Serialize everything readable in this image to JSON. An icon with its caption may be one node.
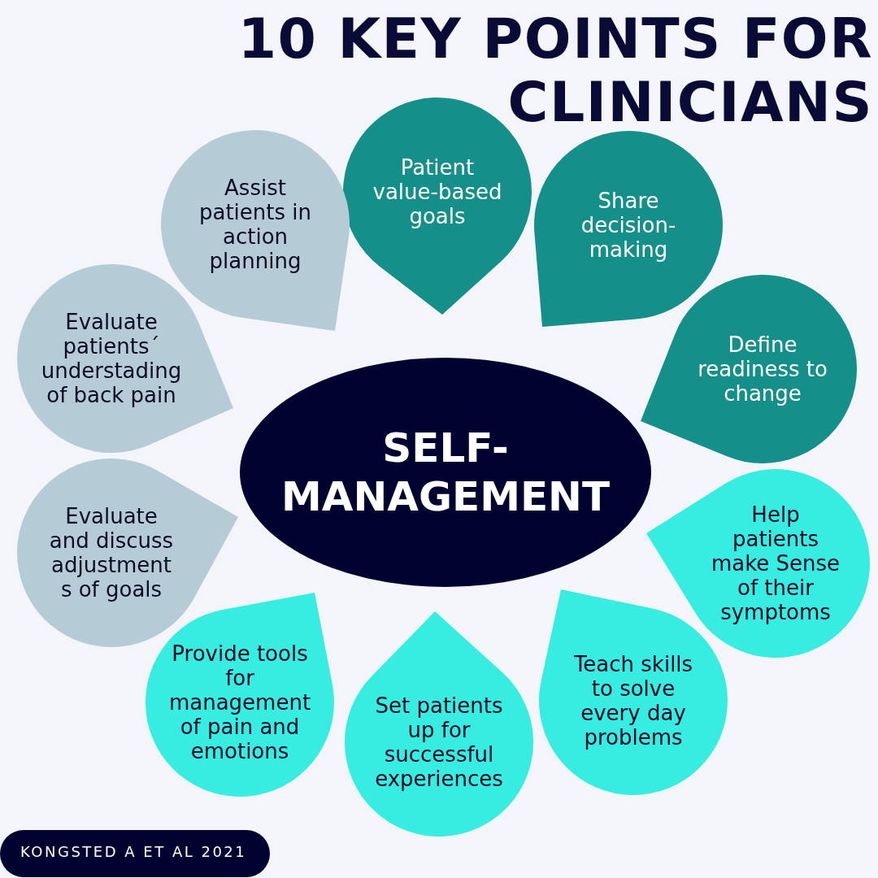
{
  "diagram": {
    "title": "10 KEY POINTS FOR CLINICIANS",
    "nodes": [
      {
        "text": [
          "SELF-MANAGEMENT"
        ]
      },
      {
        "text": [
          "Patient value-based goals"
        ]
      },
      {
        "text": [
          "Share decision-making"
        ]
      },
      {
        "text": [
          "Define readiness to change"
        ]
      },
      {
        "text": [
          "Help patients make Sense of their symptoms"
        ]
      },
      {
        "text": [
          "Teach skills to solve every day problems"
        ]
      },
      {
        "text": [
          "Set patients up for successful experiences"
        ]
      },
      {
        "text": [
          "Provide tools for management of pain and emotions"
        ]
      },
      {
        "text": [
          "Evaluate and discuss adjustment s of goals"
        ]
      },
      {
        "text": [
          "Evaluate patients´ understading of back pain"
        ]
      },
      {
        "text": [
          "Assist patients in action planning"
        ]
      },
      {
        "text": [
          "KONGSTED A ET AL 2021"
        ]
      }
    ]
  }
}
